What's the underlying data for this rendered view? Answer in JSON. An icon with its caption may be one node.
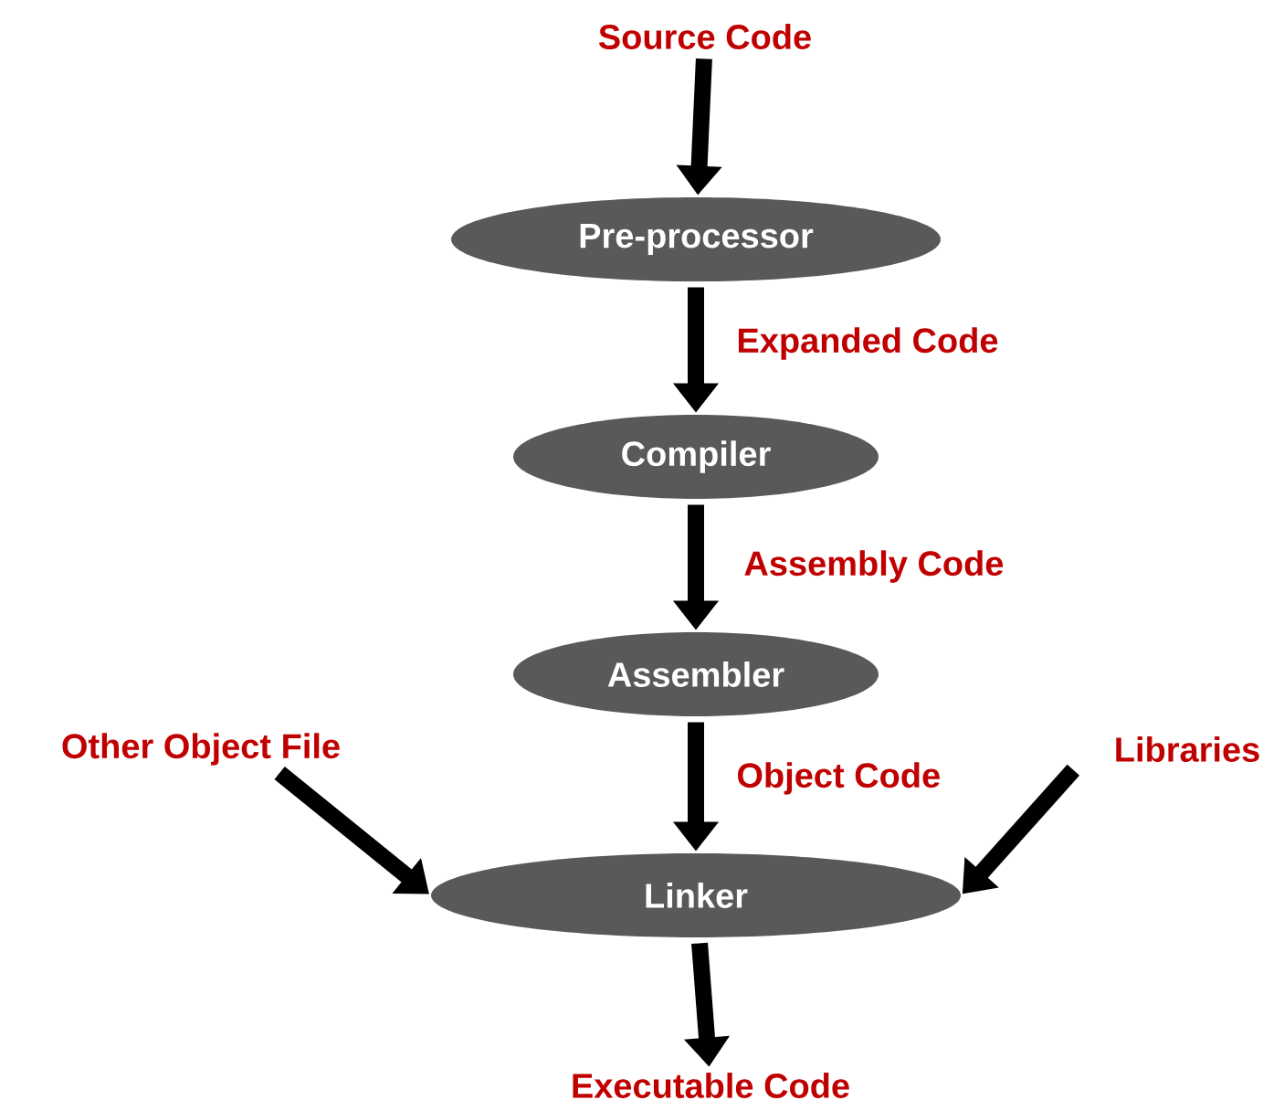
{
  "diagram": {
    "nodes": [
      {
        "text": [
          "Source Code"
        ]
      },
      {
        "text": [
          "Pre-processor"
        ]
      },
      {
        "text": [
          "Compiler"
        ]
      },
      {
        "text": [
          "Assembler"
        ]
      },
      {
        "text": [
          "Other Object File"
        ]
      },
      {
        "text": [
          "Libraries"
        ]
      },
      {
        "text": [
          "Linker"
        ]
      },
      {
        "text": [
          "Executable Code"
        ]
      }
    ],
    "edges": [
      {
        "from": 0,
        "to": 1,
        "arrow": "to"
      },
      {
        "from": 1,
        "to": 2,
        "arrow": "to",
        "label": "Expanded Code"
      },
      {
        "from": 2,
        "to": 3,
        "arrow": "to",
        "label": "Assembly Code"
      },
      {
        "from": 3,
        "to": 6,
        "arrow": "to",
        "label": "Object Code"
      },
      {
        "from": 4,
        "to": 6,
        "arrow": "to"
      },
      {
        "from": 5,
        "to": 6,
        "arrow": "to"
      },
      {
        "from": 6,
        "to": 7,
        "arrow": "to"
      }
    ]
  }
}
